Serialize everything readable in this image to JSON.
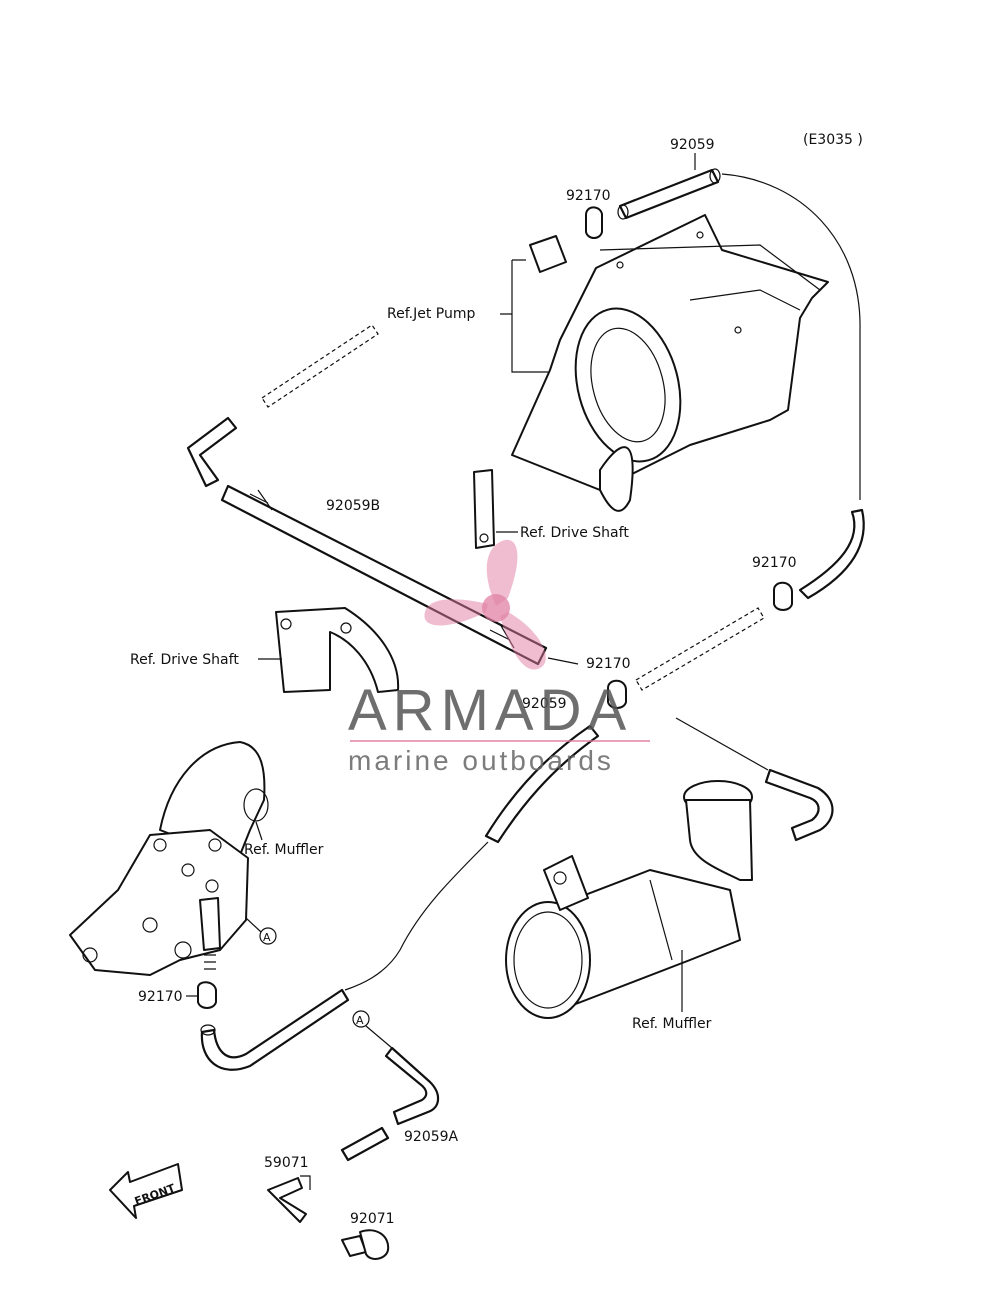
{
  "diagram_code": "(E3035 )",
  "labels": {
    "hose_top": "92059",
    "clamp_top": "92170",
    "ref_jet_pump": "Ref.Jet Pump",
    "hose_long": "92059B",
    "ref_drive_shaft_upper": "Ref. Drive Shaft",
    "clamp_right": "92170",
    "ref_drive_shaft_left": "Ref. Drive Shaft",
    "clamp_mid": "92170",
    "hose_mid": "92059",
    "ref_muffler_left": "Ref. Muffler",
    "clamp_left": "92170",
    "ref_muffler_right": "Ref. Muffler",
    "hose_a": "92059A",
    "fitting": "59071",
    "cap": "92071",
    "marker_a1": "A",
    "marker_a2": "A",
    "front": "FRONT"
  },
  "watermark": {
    "brand": "ARMADA",
    "tagline": "marine outboards",
    "accent_color": "#e07aa0",
    "text_color": "#555555"
  }
}
